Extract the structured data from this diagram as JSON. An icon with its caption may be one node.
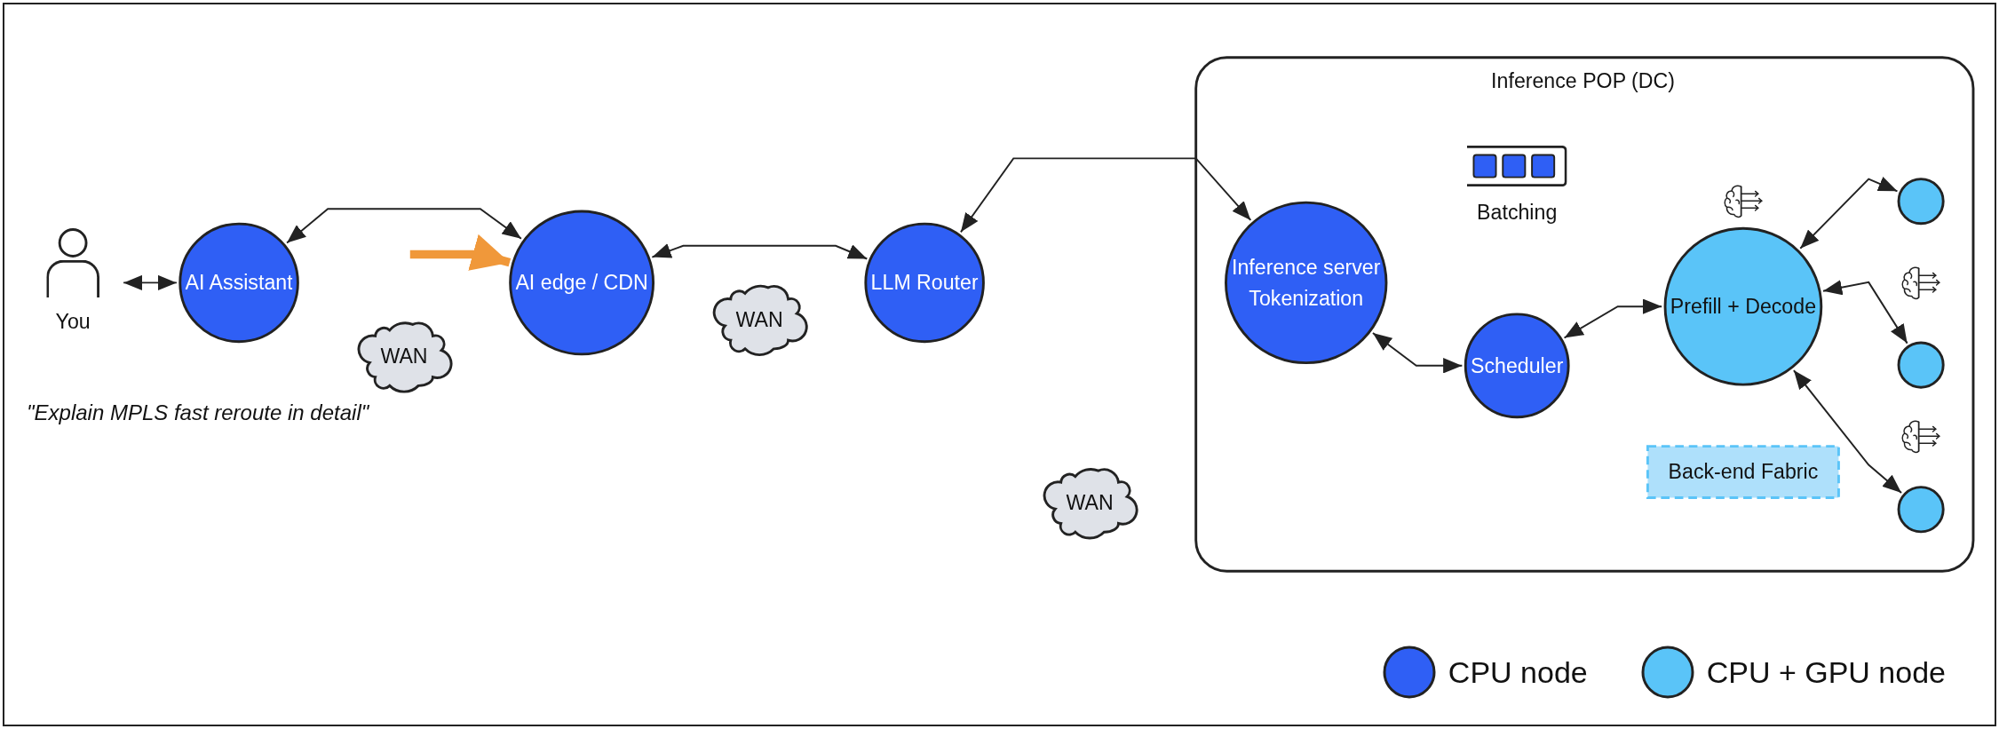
{
  "diagram": {
    "nodes": [
      {
        "text": [
          "You"
        ]
      },
      {
        "text": [
          "AI Assistant"
        ]
      },
      {
        "text": [
          "WAN"
        ]
      },
      {
        "text": [
          "AI edge / CDN"
        ]
      },
      {
        "text": [
          "WAN"
        ]
      },
      {
        "text": [
          "LLM Router"
        ]
      },
      {
        "text": [
          "WAN"
        ]
      },
      {
        "text": [
          "Inference POP (DC)"
        ]
      },
      {
        "text": [
          "Inference server Tokenization"
        ],
        "in": 7
      },
      {
        "text": [
          "Batching"
        ],
        "in": 7
      },
      {
        "text": [
          "Scheduler"
        ],
        "in": 7
      },
      {
        "text": [
          "Back-end Fabric"
        ],
        "in": 7
      },
      {
        "text": [
          "Prefill + Decode"
        ],
        "in": 7
      },
      {
        "text": [],
        "shape": "circle",
        "in": 7
      },
      {
        "text": [],
        "shape": "circle",
        "in": 7
      },
      {
        "text": [],
        "shape": "circle",
        "in": 7
      }
    ],
    "edges": [
      {
        "from": 0,
        "to": 1,
        "arrow": "both"
      },
      {
        "from": 1,
        "to": 3,
        "arrow": "both"
      },
      {
        "from": 3,
        "to": 5,
        "arrow": "both"
      },
      {
        "from": 5,
        "to": 8,
        "arrow": "both"
      },
      {
        "from": 8,
        "to": 10,
        "arrow": "both"
      },
      {
        "from": 10,
        "to": 12,
        "arrow": "both"
      },
      {
        "from": 12,
        "to": 13,
        "arrow": "both"
      },
      {
        "from": 12,
        "to": 14,
        "arrow": "both"
      },
      {
        "from": 12,
        "to": 15,
        "arrow": "both"
      },
      {
        "from": null,
        "to": 3,
        "arrow": "to",
        "style": "thick",
        "color": "#f0983a"
      }
    ],
    "labels": [
      "\"Explain MPLS fast reroute in detail\""
    ],
    "legend": [
      {
        "text": "CPU node",
        "color": "#2f5ff5"
      },
      {
        "text": "CPU + GPU node",
        "color": "#5ac4f8"
      }
    ]
  }
}
